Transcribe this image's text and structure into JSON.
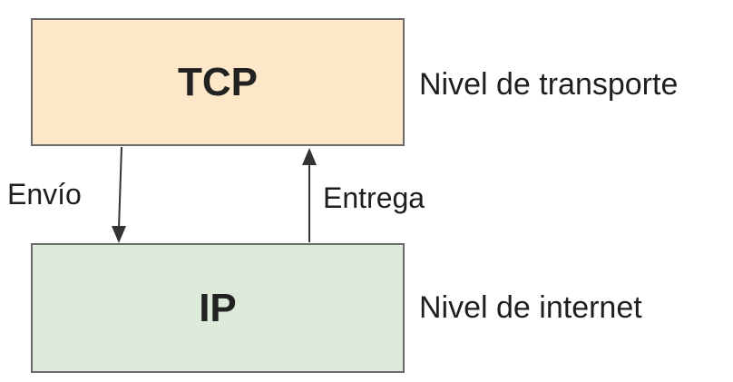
{
  "diagram": {
    "upper_box": {
      "label": "TCP",
      "fill": "#fce8c8"
    },
    "lower_box": {
      "label": "IP",
      "fill": "#dde9d9"
    },
    "layers": {
      "upper": "Nivel de transporte",
      "lower": "Nivel de internet"
    },
    "arrows": {
      "down_label": "Envío",
      "up_label": "Entrega",
      "color": "#333333"
    },
    "border_color": "#6b6b6b"
  }
}
